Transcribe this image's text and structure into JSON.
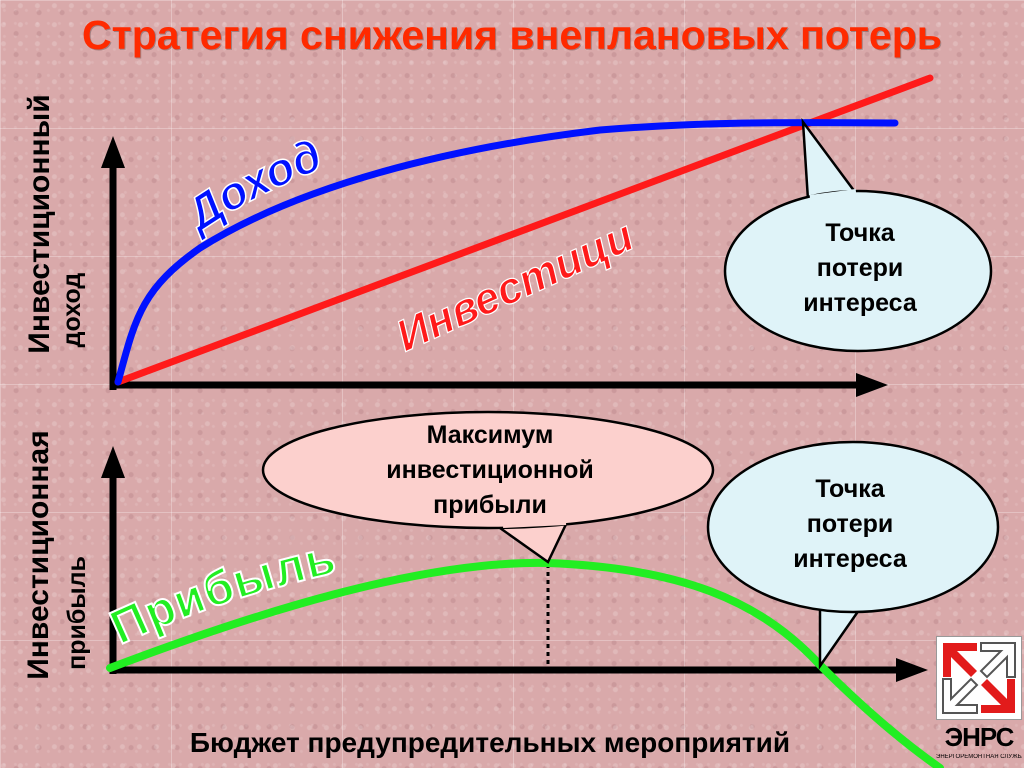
{
  "title": "Стратегия снижения внеплановых потерь",
  "top_chart": {
    "ylabel_line1": "Инвестиционный",
    "ylabel_line2": "доход",
    "curve_income_label": "Доход",
    "curve_investment_label": "Инвестиции",
    "callout": [
      "Точка",
      "потери",
      "интереса"
    ]
  },
  "bottom_chart": {
    "ylabel_line1": "Инвестиционная",
    "ylabel_line2": "прибыль",
    "curve_profit_label": "Прибыль",
    "callout_max": [
      "Максимум",
      "инвестиционной",
      "прибыли"
    ],
    "callout_loss": [
      "Точка",
      "потери",
      "интереса"
    ]
  },
  "xlabel": "Бюджет предупредительных мероприятий",
  "logo": {
    "text": "ЭНРС",
    "subtext": "ЭНЕРГОРЕМОНТНАЯ СЛУЖБА"
  },
  "colors": {
    "title": "#ff2a00",
    "income": "#0000ff",
    "investment": "#ff1a1a",
    "profit": "#22ee22",
    "callout_blue": "#dff3f8",
    "callout_pink": "#fcd0cd",
    "logo_red": "#e21b1b"
  }
}
